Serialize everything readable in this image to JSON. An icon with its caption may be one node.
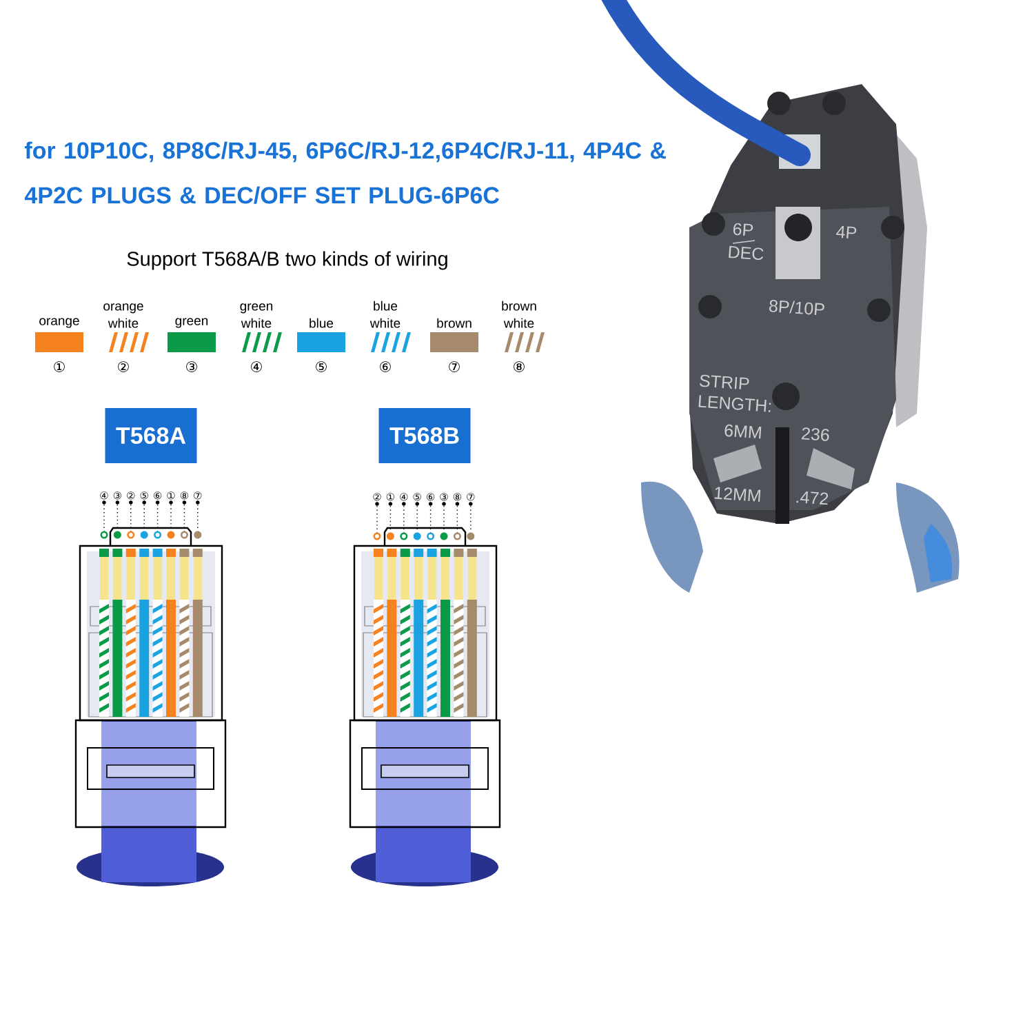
{
  "diagram": {
    "title": "for 10P10C, 8P8C/RJ-45, 6P6C/RJ-12,6P4C/RJ-11, 4P4C & 4P2C PLUGS & DEC/OFF SET PLUG-6P6C",
    "nodes": [
      {
        "text": [
          "T568A"
        ]
      },
      {
        "text": [
          "T568B"
        ]
      },
      {
        "text": [
          "④"
        ]
      },
      {
        "text": [
          "③"
        ]
      },
      {
        "text": [
          "②"
        ]
      },
      {
        "text": [
          "⑤"
        ]
      },
      {
        "text": [
          "⑥"
        ]
      },
      {
        "text": [
          "①"
        ]
      },
      {
        "text": [
          "⑧"
        ]
      },
      {
        "text": [
          "⑦"
        ]
      },
      {
        "text": [],
        "shape": "circle"
      },
      {
        "text": [],
        "shape": "circle"
      },
      {
        "text": [],
        "shape": "circle"
      },
      {
        "text": [],
        "shape": "circle"
      },
      {
        "text": [],
        "shape": "circle"
      },
      {
        "text": [],
        "shape": "circle"
      },
      {
        "text": [],
        "shape": "circle"
      },
      {
        "text": [],
        "shape": "circle"
      },
      {
        "text": [
          "②"
        ]
      },
      {
        "text": [
          "①"
        ]
      },
      {
        "text": [
          "④"
        ]
      },
      {
        "text": [
          "⑤"
        ]
      },
      {
        "text": [
          "⑥"
        ]
      },
      {
        "text": [
          "③"
        ]
      },
      {
        "text": [
          "⑧"
        ]
      },
      {
        "text": [
          "⑦"
        ]
      },
      {
        "text": [],
        "shape": "circle"
      },
      {
        "text": [],
        "shape": "circle"
      },
      {
        "text": [],
        "shape": "circle"
      },
      {
        "text": [],
        "shape": "circle"
      },
      {
        "text": [],
        "shape": "circle"
      },
      {
        "text": [],
        "shape": "circle"
      },
      {
        "text": [],
        "shape": "circle"
      },
      {
        "text": [],
        "shape": "circle"
      }
    ],
    "edges": [
      {
        "from": 2,
        "to": 10,
        "arrow": "none",
        "style": "dashed"
      },
      {
        "from": 3,
        "to": 11,
        "arrow": "none",
        "style": "dashed"
      },
      {
        "from": 4,
        "to": 12,
        "arrow": "none",
        "style": "dashed"
      },
      {
        "from": 5,
        "to": 13,
        "arrow": "none",
        "style": "dashed"
      },
      {
        "from": 6,
        "to": 14,
        "arrow": "none",
        "style": "dashed"
      },
      {
        "from": 7,
        "to": 15,
        "arrow": "none",
        "style": "dashed"
      },
      {
        "from": 8,
        "to": 16,
        "arrow": "none",
        "style": "dashed"
      },
      {
        "from": 9,
        "to": 17,
        "arrow": "none",
        "style": "dashed"
      },
      {
        "from": 18,
        "to": 26,
        "arrow": "none",
        "style": "dashed"
      },
      {
        "from": 19,
        "to": 27,
        "arrow": "none",
        "style": "dashed"
      },
      {
        "from": 20,
        "to": 28,
        "arrow": "none",
        "style": "dashed"
      },
      {
        "from": 21,
        "to": 29,
        "arrow": "none",
        "style": "dashed"
      },
      {
        "from": 22,
        "to": 30,
        "arrow": "none",
        "style": "dashed"
      },
      {
        "from": 23,
        "to": 31,
        "arrow": "none",
        "style": "dashed"
      },
      {
        "from": 24,
        "to": 32,
        "arrow": "none",
        "style": "dashed"
      },
      {
        "from": 25,
        "to": 33,
        "arrow": "none",
        "style": "dashed"
      }
    ],
    "labels": [
      "Support T568A/B two kinds of wiring",
      "①",
      "②",
      "③",
      "④",
      "⑤",
      "⑥",
      "⑦",
      "⑧",
      "6P",
      "DEC",
      "4P",
      "8P/10P",
      "STRIP LENGTH:",
      "6MM",
      "236",
      "12MM",
      ".472"
    ],
    "legend": [
      {
        "text": "orange",
        "color": "#f5821f"
      },
      {
        "text": "orange white",
        "color": "#f5821f"
      },
      {
        "text": "green",
        "color": "#0a9a48"
      },
      {
        "text": "green white",
        "color": "#0a9a48"
      },
      {
        "text": "blue",
        "color": "#1aa3e0"
      },
      {
        "text": "blue white",
        "color": "#1aa3e0"
      },
      {
        "text": "brown",
        "color": "#a58a6c"
      },
      {
        "text": "brown white",
        "color": "#a58a6c"
      }
    ]
  }
}
